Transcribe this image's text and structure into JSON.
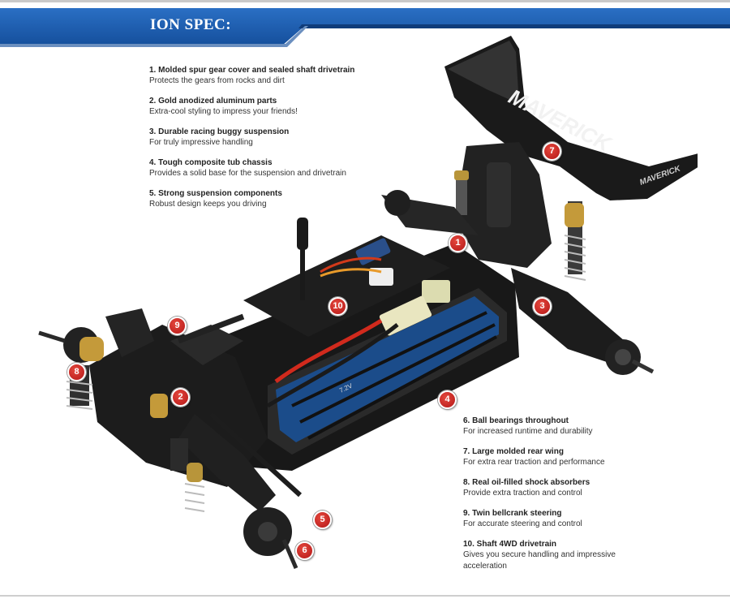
{
  "header": {
    "title": "ION SPEC:",
    "colors": {
      "banner": "#1d5fb4",
      "banner_dark": "#0f3c7a",
      "callout": "#c41f1f"
    }
  },
  "specs_left": [
    {
      "number": "1",
      "title": "1. Molded spur gear cover and sealed shaft drivetrain",
      "desc": "Protects the gears from rocks and dirt"
    },
    {
      "number": "2",
      "title": "2. Gold anodized aluminum parts",
      "desc": "Extra-cool styling to impress your friends!"
    },
    {
      "number": "3",
      "title": "3. Durable racing buggy suspension",
      "desc": "For truly impressive handling"
    },
    {
      "number": "4",
      "title": "4. Tough composite tub chassis",
      "desc": "Provides a solid base for the suspension and drivetrain"
    },
    {
      "number": "5",
      "title": "5. Strong suspension components",
      "desc": "Robust design keeps you driving"
    }
  ],
  "specs_right": [
    {
      "number": "6",
      "title": "6. Ball bearings throughout",
      "desc": "For increased runtime and durability"
    },
    {
      "number": "7",
      "title": "7. Large molded rear wing",
      "desc": "For extra rear traction and performance"
    },
    {
      "number": "8",
      "title": "8. Real oil-filled shock absorbers",
      "desc": "Provide extra traction and control"
    },
    {
      "number": "9",
      "title": "9. Twin bellcrank steering",
      "desc": "For accurate steering and control"
    },
    {
      "number": "10",
      "title": "10. Shaft 4WD drivetrain",
      "desc": "Gives you secure handling and impressive acceleration"
    }
  ],
  "image": {
    "wing_text": "MAVERICK",
    "wing_text_small": "MAVERICK",
    "battery_label": "7.2V"
  },
  "callouts": [
    "1",
    "2",
    "3",
    "4",
    "5",
    "6",
    "7",
    "8",
    "9",
    "10"
  ]
}
